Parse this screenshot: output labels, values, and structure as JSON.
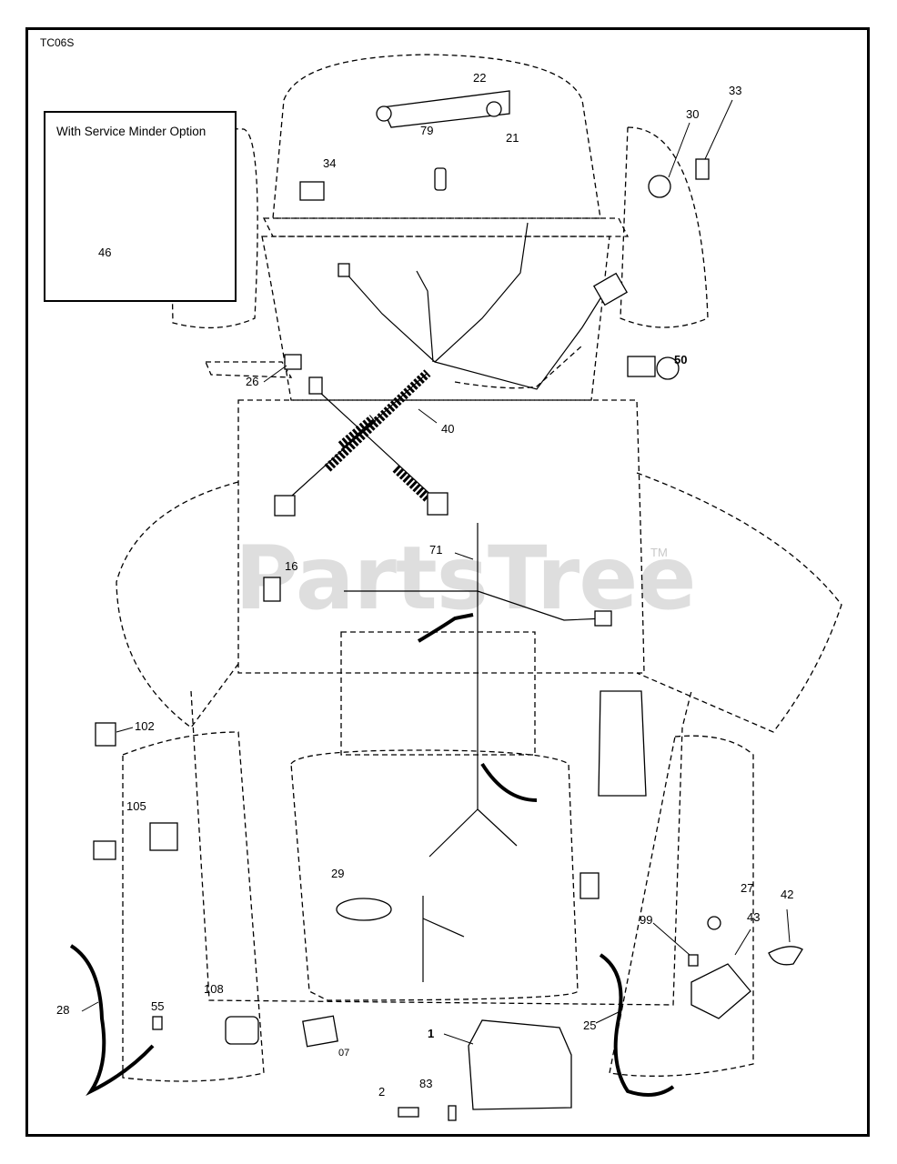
{
  "diagram_code": "TC06S",
  "inset_title": "With Service Minder Option",
  "watermark": "PartsTree",
  "watermark_mark": "TM",
  "part_labels": {
    "p22": "22",
    "p79": "79",
    "p21": "21",
    "p33": "33",
    "p30": "30",
    "p34": "34",
    "p46": "46",
    "p50": "50",
    "p26": "26",
    "p40": "40",
    "p16": "16",
    "p71": "71",
    "p102": "102",
    "p105": "105",
    "p29": "29",
    "p27": "27",
    "p42": "42",
    "p43": "43",
    "p99": "99",
    "p28": "28",
    "p55": "55",
    "p108": "108",
    "p07": "07",
    "p1": "1",
    "p25": "25",
    "p2": "2",
    "p83": "83"
  }
}
